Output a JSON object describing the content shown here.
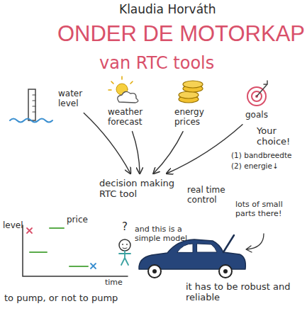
{
  "diagram": {
    "title": "ONDER DE MOTORKAP",
    "nodes": [
      {
        "text": [
          "water level"
        ]
      },
      {
        "text": [
          "weather forecast"
        ]
      },
      {
        "text": [
          "energy prices"
        ]
      },
      {
        "text": [
          "goals"
        ]
      },
      {
        "text": [
          "decision making RTC tool"
        ]
      }
    ],
    "edges": [
      {
        "from": 0,
        "to": 4,
        "arrow": "to"
      },
      {
        "from": 1,
        "to": 4,
        "arrow": "to"
      },
      {
        "from": 2,
        "to": 4,
        "arrow": "to"
      },
      {
        "from": 3,
        "to": 4,
        "arrow": "to"
      }
    ],
    "labels": [
      "Klaudia Horváth",
      "van RTC tools",
      "Your choice!",
      "(1) bandbreedte",
      "(2) energie↓",
      "real time control",
      "?",
      "and this is a simple model",
      "lots of small parts there!",
      "level",
      "price",
      "time",
      "to pump, or not to pump",
      "it has to be robust and reliable"
    ]
  }
}
